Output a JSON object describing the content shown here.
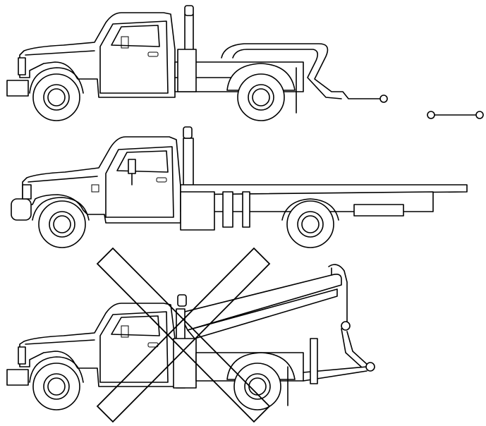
{
  "illustration": {
    "panels": [
      {
        "name": "wheel-lift-tow-truck",
        "status": "allowed"
      },
      {
        "name": "flatbed-tow-truck",
        "status": "allowed"
      },
      {
        "name": "sling-type-tow-truck",
        "status": "prohibited"
      }
    ],
    "colors": {
      "line": "#000000",
      "background": "#ffffff"
    }
  }
}
